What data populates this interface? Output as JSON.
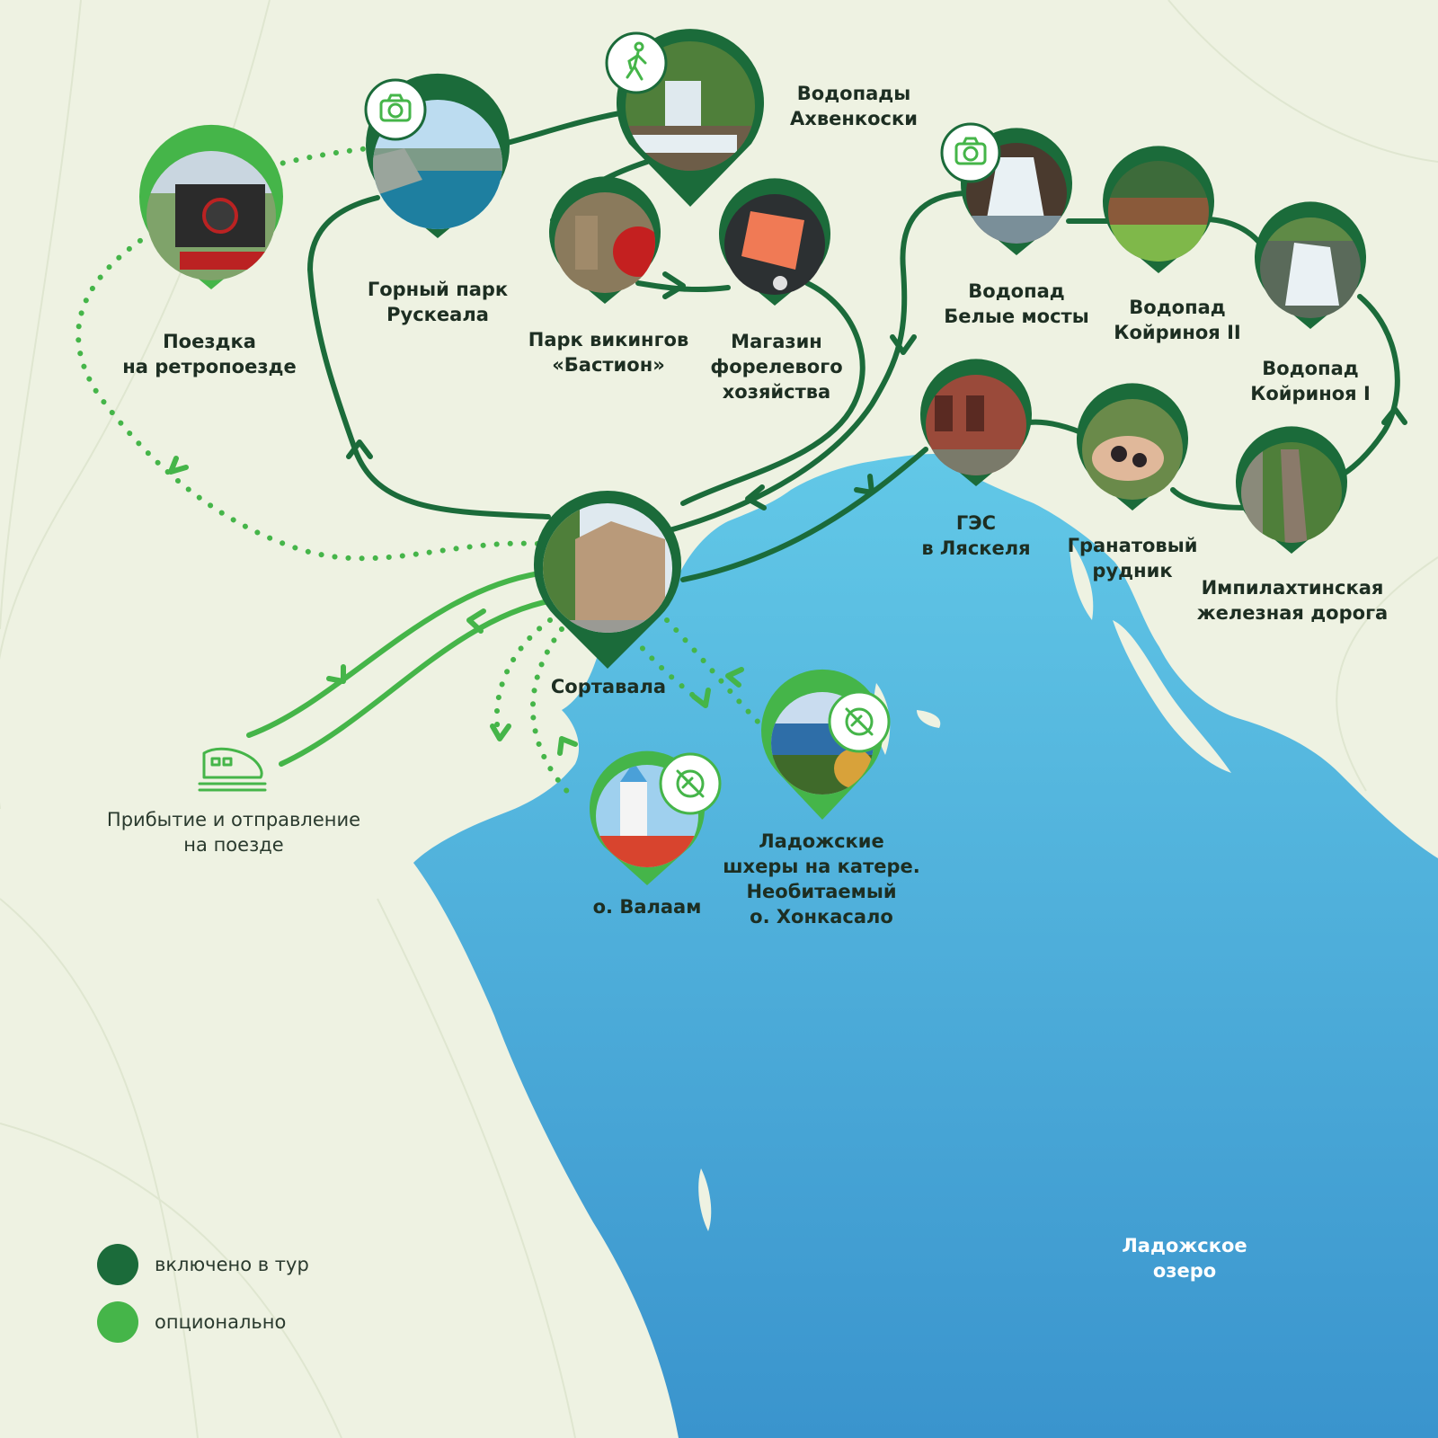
{
  "colors": {
    "included": "#1b6b3a",
    "optional": "#45b549",
    "lake_top": "#5fc6e6",
    "lake_bottom": "#3a96cf",
    "land": "#eef2e2"
  },
  "points": [
    {
      "id": "retro",
      "type": "optional",
      "icon": "locomotive-photo",
      "label": [
        "Поездка",
        "на ретропоезде"
      ]
    },
    {
      "id": "ruskeala",
      "type": "included",
      "icon": "quarry-lake-photo",
      "badge": "camera-icon",
      "label": [
        "Горный парк",
        "Рускеала"
      ]
    },
    {
      "id": "ahvenkoski",
      "type": "included",
      "icon": "waterfall-photo",
      "badge": "hiking-icon",
      "label": [
        "Водопады",
        "Ахвенкоски"
      ]
    },
    {
      "id": "bastion",
      "type": "included",
      "icon": "vikings-photo",
      "label": [
        "Парк викингов",
        "«Бастион»"
      ]
    },
    {
      "id": "trout",
      "type": "included",
      "icon": "salmon-photo",
      "label": [
        "Магазин",
        "форелевого",
        "хозяйства"
      ]
    },
    {
      "id": "belye",
      "type": "included",
      "icon": "waterfall-photo",
      "badge": "camera-icon",
      "label": [
        "Водопад",
        "Белые мосты"
      ]
    },
    {
      "id": "koyrinoya2",
      "type": "included",
      "icon": "waterfall-photo",
      "label": [
        "Водопад",
        "Койриноя II"
      ]
    },
    {
      "id": "koyrinoya1",
      "type": "included",
      "icon": "waterfall-photo",
      "label": [
        "Водопад",
        "Койриноя I"
      ]
    },
    {
      "id": "ges",
      "type": "included",
      "icon": "brick-building-photo",
      "label": [
        "ГЭС",
        "в Ляскеля"
      ]
    },
    {
      "id": "garnet",
      "type": "included",
      "icon": "garnet-stones-photo",
      "label": [
        "Гранатовый",
        "рудник"
      ]
    },
    {
      "id": "impilahti",
      "type": "included",
      "icon": "railway-photo",
      "label": [
        "Импилахтинская",
        "железная дорога"
      ]
    },
    {
      "id": "sortavala",
      "type": "included",
      "icon": "town-photo",
      "label": [
        "Сортавала"
      ]
    },
    {
      "id": "valaam",
      "type": "optional",
      "icon": "monastery-photo",
      "badge": "no-food-icon",
      "label": [
        "о. Валаам"
      ]
    },
    {
      "id": "skerries",
      "type": "optional",
      "icon": "islands-photo",
      "badge": "no-food-icon",
      "label": [
        "Ладожские",
        "шхеры на катере.",
        "Необитаемый",
        "о. Хонкасало"
      ]
    }
  ],
  "train": {
    "icon": "train-icon",
    "label": [
      "Прибытие и отправление",
      "на поезде"
    ]
  },
  "lake_label": [
    "Ладожское",
    "озеро"
  ],
  "legend": [
    {
      "type": "included",
      "label": "включено в тур"
    },
    {
      "type": "optional",
      "label": "опционально"
    }
  ]
}
